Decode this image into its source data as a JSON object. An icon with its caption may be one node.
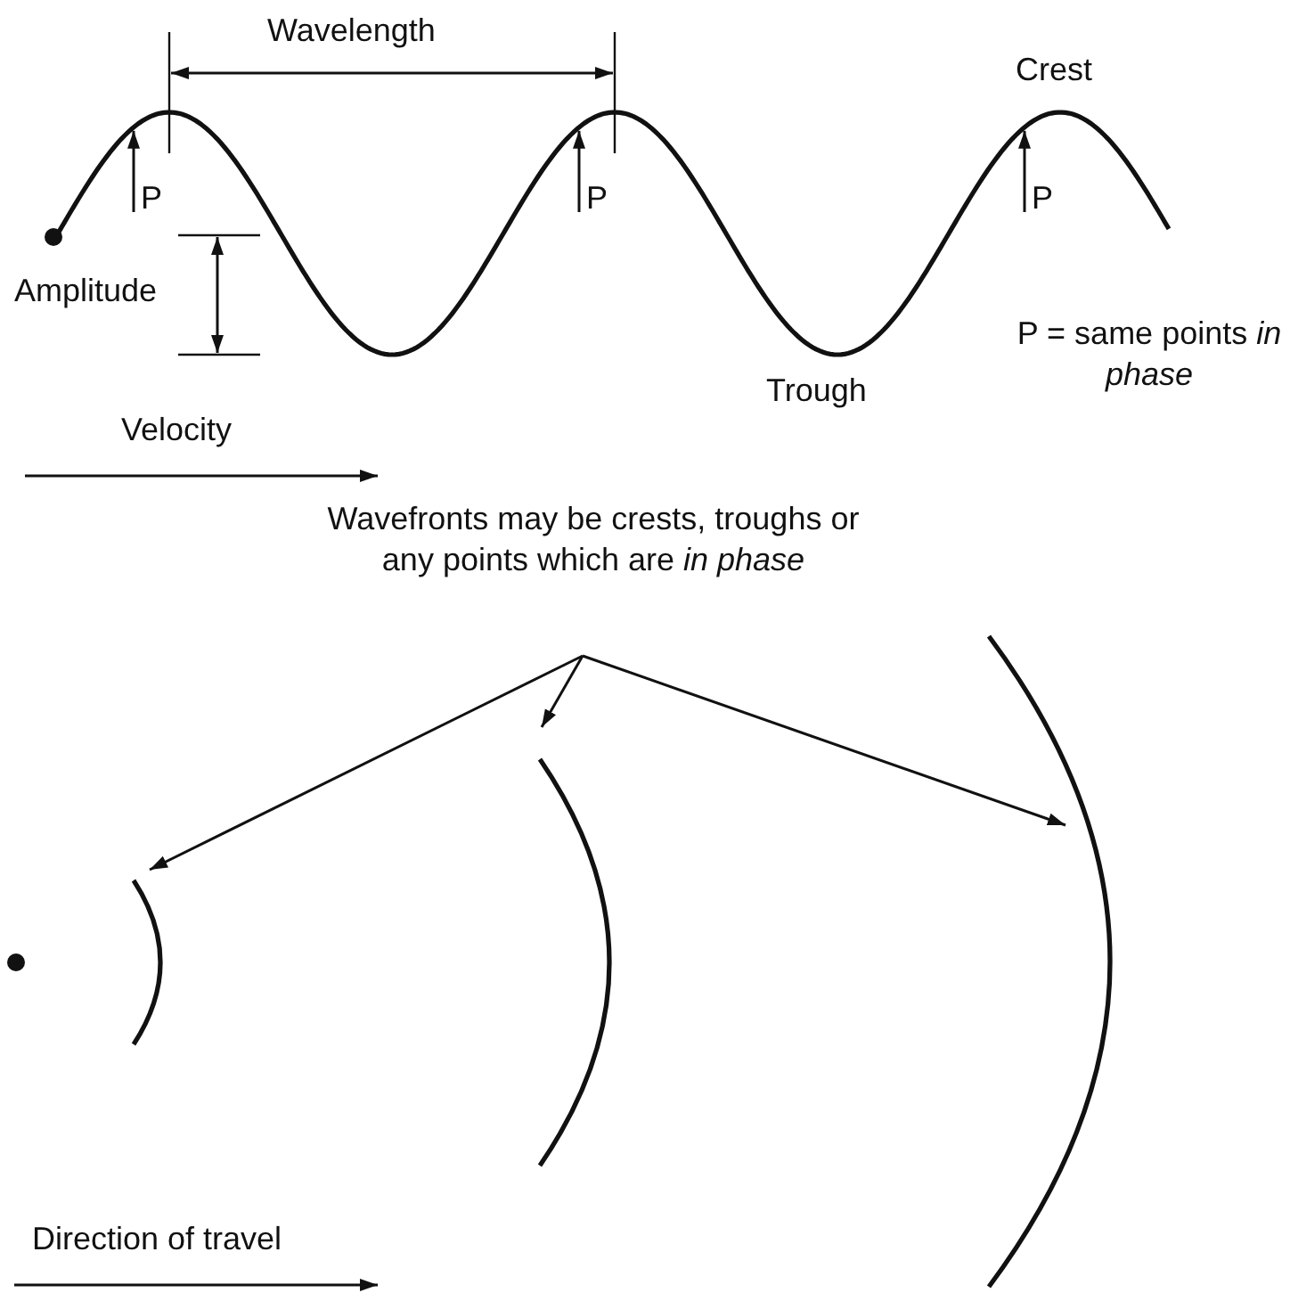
{
  "diagram": {
    "nodes": [
      {
        "text": [
          "P"
        ]
      },
      {
        "text": [
          "P"
        ]
      },
      {
        "text": [
          "P"
        ]
      },
      {
        "text": [],
        "shape": "circle"
      },
      {
        "text": [
          "Wavefronts may be crests, troughs or any points which are *in phase*"
        ]
      },
      {
        "text": [],
        "shape": "circle"
      },
      {
        "text": [],
        "shape": "arc"
      },
      {
        "text": [],
        "shape": "arc"
      },
      {
        "text": [],
        "shape": "arc"
      }
    ],
    "edges": [
      {
        "from": 0,
        "to": null,
        "arrow": "to"
      },
      {
        "from": 1,
        "to": null,
        "arrow": "to"
      },
      {
        "from": 2,
        "to": null,
        "arrow": "to"
      },
      {
        "from": 4,
        "to": 6,
        "arrow": "to"
      },
      {
        "from": 4,
        "to": 7,
        "arrow": "to"
      },
      {
        "from": 4,
        "to": 8,
        "arrow": "to"
      }
    ],
    "labels": [
      "Wavelength",
      "Crest",
      "Amplitude",
      "P = same points *in phase*",
      "Trough",
      "Velocity",
      "Direction of travel"
    ]
  }
}
